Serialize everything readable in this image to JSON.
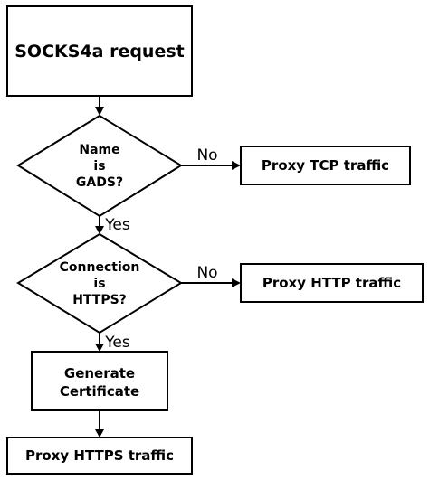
{
  "nodes": {
    "start": {
      "text": "SOCKS4a request"
    },
    "decision_gads": {
      "lines": [
        "Name",
        "is",
        "GADS?"
      ]
    },
    "proxy_tcp": {
      "text": "Proxy TCP traffic"
    },
    "decision_https": {
      "lines": [
        "Connection",
        "is",
        "HTTPS?"
      ]
    },
    "proxy_http": {
      "text": "Proxy HTTP traffic"
    },
    "generate_cert": {
      "lines": [
        "Generate",
        "Certificate"
      ]
    },
    "proxy_https": {
      "text": "Proxy HTTPS traffic"
    }
  },
  "edges": {
    "gads_no": "No",
    "gads_yes": "Yes",
    "https_no": "No",
    "https_yes": "Yes"
  }
}
